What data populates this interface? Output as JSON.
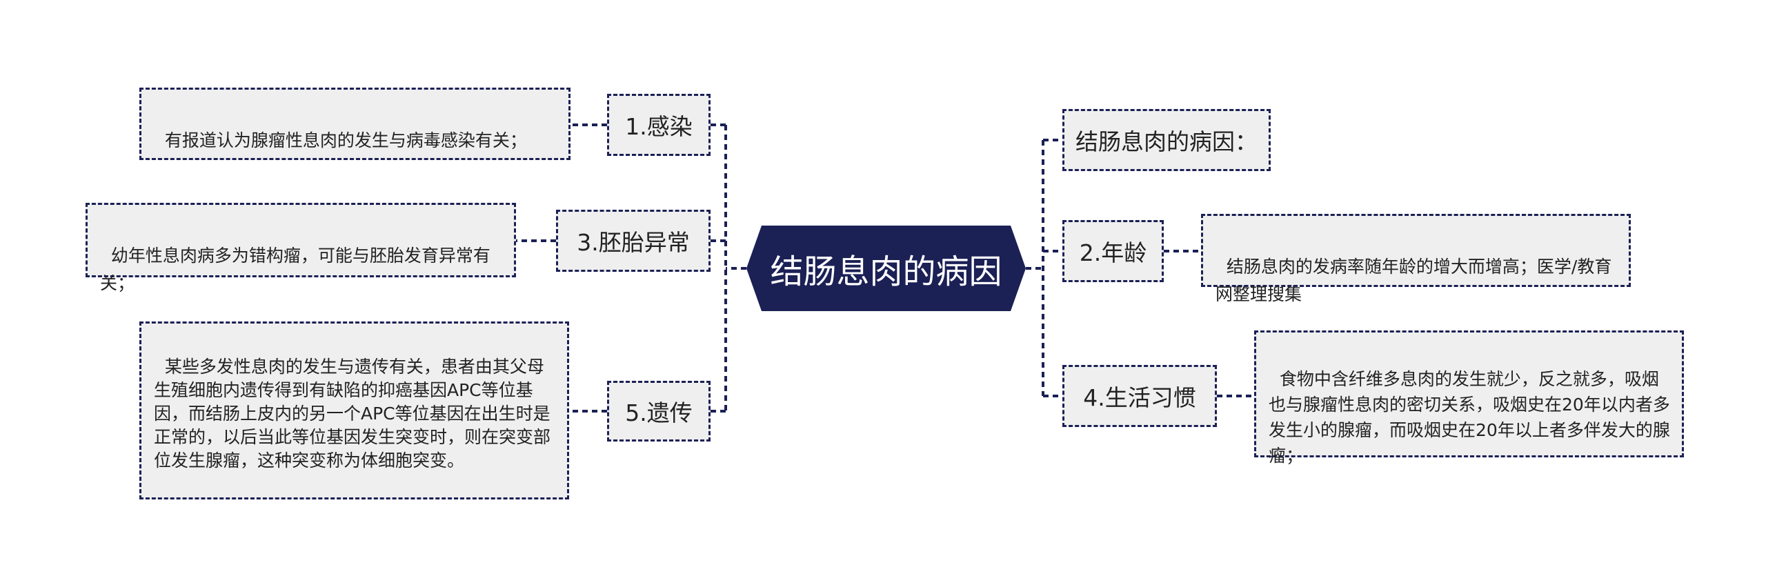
{
  "root": {
    "label": "结肠息肉的病因"
  },
  "left": [
    {
      "label": "1.感染",
      "detail": "有报道认为腺瘤性息肉的发生与病毒感染有关；"
    },
    {
      "label": "3.胚胎异常",
      "detail": "幼年性息肉病多为错构瘤，可能与胚胎发育异常有关；"
    },
    {
      "label": "5.遗传",
      "detail": "某些多发性息肉的发生与遗传有关，患者由其父母生殖细胞内遗传得到有缺陷的抑癌基因APC等位基因，而结肠上皮内的另一个APC等位基因在出生时是正常的，以后当此等位基因发生突变时，则在突变部位发生腺瘤，这种突变称为体细胞突变。"
    }
  ],
  "right": [
    {
      "label": "结肠息肉的病因："
    },
    {
      "label": "2.年龄",
      "detail": "结肠息肉的发病率随年龄的增大而增高；医学/教育网整理搜集"
    },
    {
      "label": "4.生活习惯",
      "detail": "食物中含纤维多息肉的发生就少，反之就多，吸烟也与腺瘤性息肉的密切关系，吸烟史在20年以内者多发生小的腺瘤，而吸烟史在20年以上者多伴发大的腺瘤；"
    }
  ],
  "colors": {
    "accent": "#1b2055",
    "node_fill": "#efefef",
    "text": "#222222",
    "root_text": "#ffffff"
  }
}
